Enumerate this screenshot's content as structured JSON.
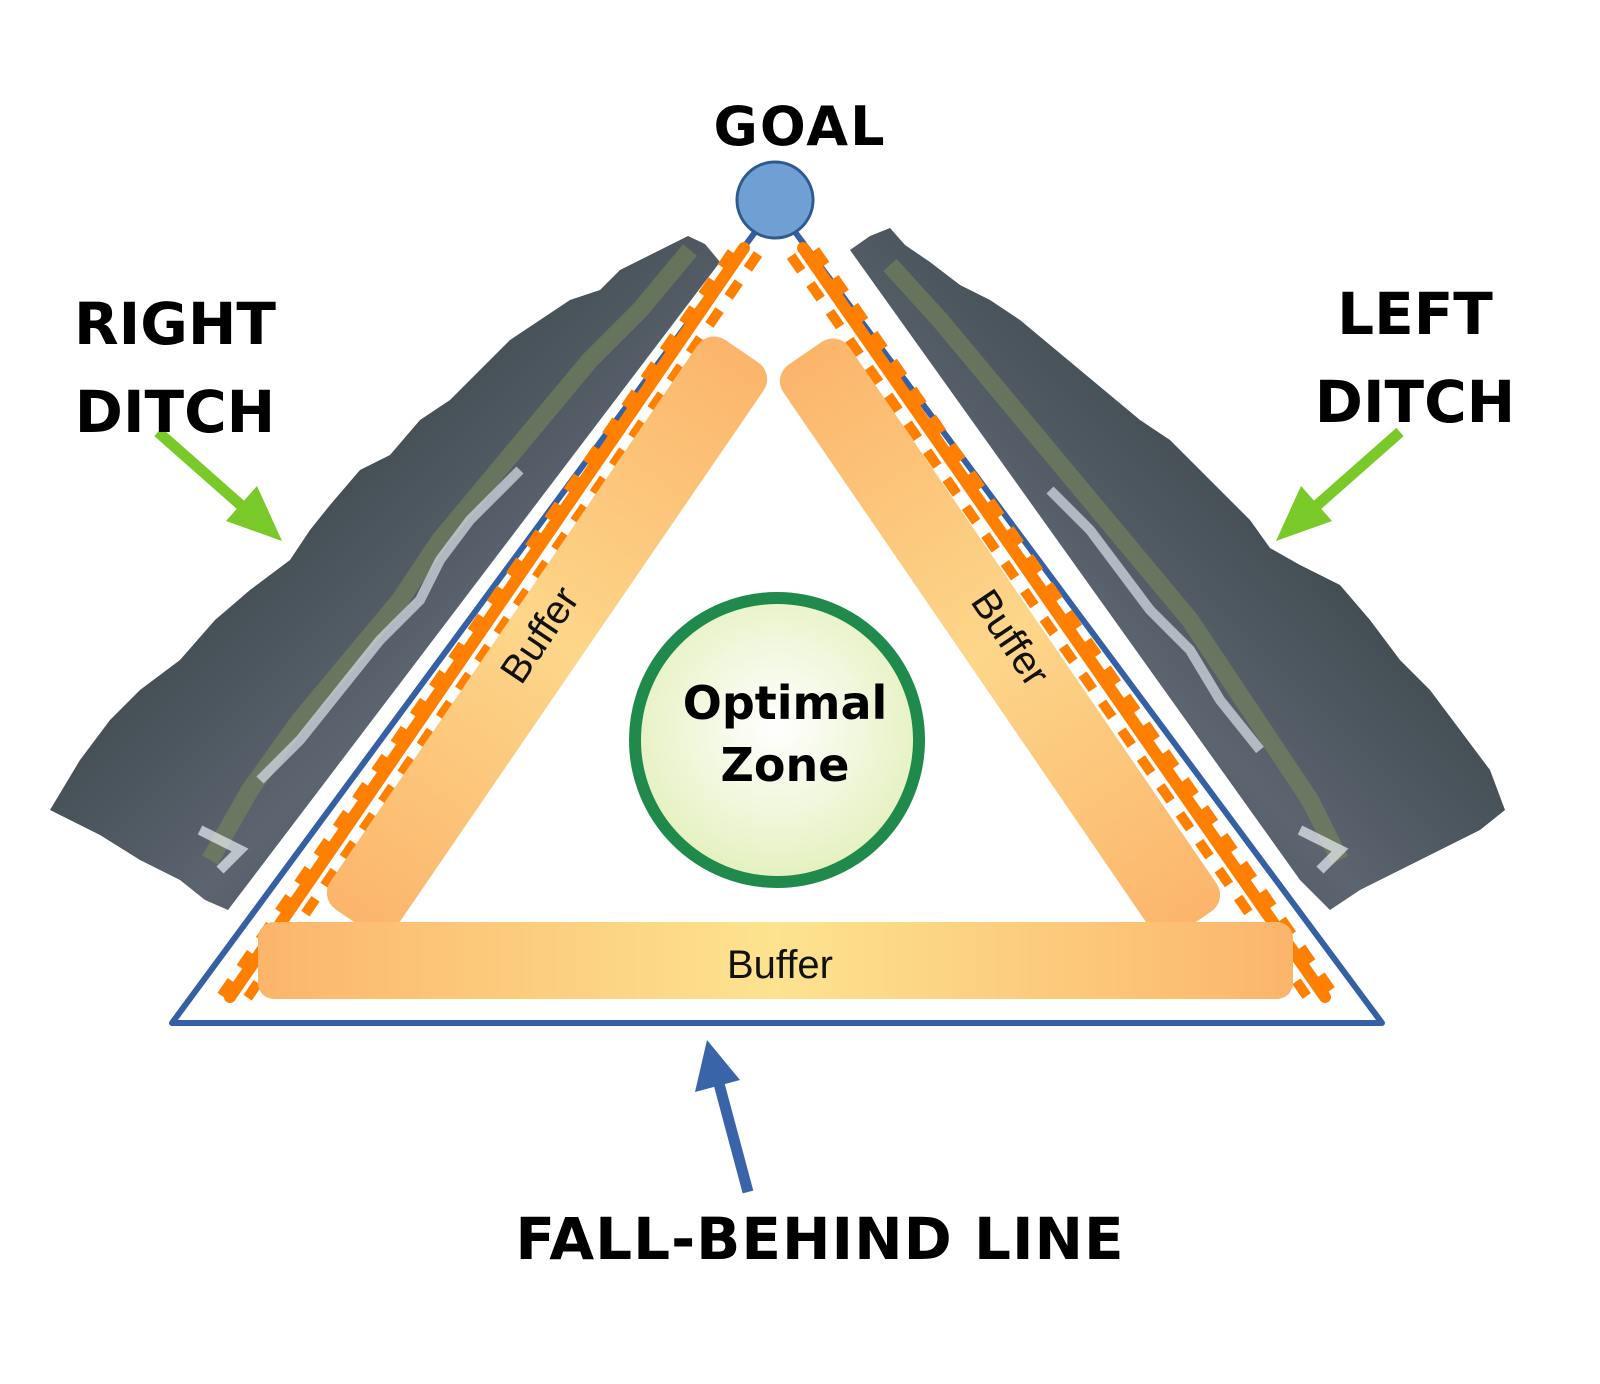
{
  "labels": {
    "goal": "GOAL",
    "right_ditch_line1": "RIGHT",
    "right_ditch_line2": "DITCH",
    "left_ditch_line1": "LEFT",
    "left_ditch_line2": "DITCH",
    "fall_behind": "FALL-BEHIND LINE",
    "buffer_left": "Buffer",
    "buffer_right": "Buffer",
    "buffer_bottom": "Buffer",
    "optimal_line1": "Optimal",
    "optimal_line2": "Zone"
  },
  "colors": {
    "triangle_outline": "#3560a3",
    "goal_circle": "#6f9fd3",
    "goal_circle_stroke": "#2e5a92",
    "dashed_edge": "#ff7f00",
    "buffer_fill": "#fcc57c",
    "buffer_fill_light": "#fde38f",
    "optimal_ring": "#1f8a4c",
    "optimal_fill": "#f3f7d6",
    "green_arrow": "#79c928",
    "blue_arrow": "#3a64a8",
    "ditch_rock": "#4a5360"
  }
}
